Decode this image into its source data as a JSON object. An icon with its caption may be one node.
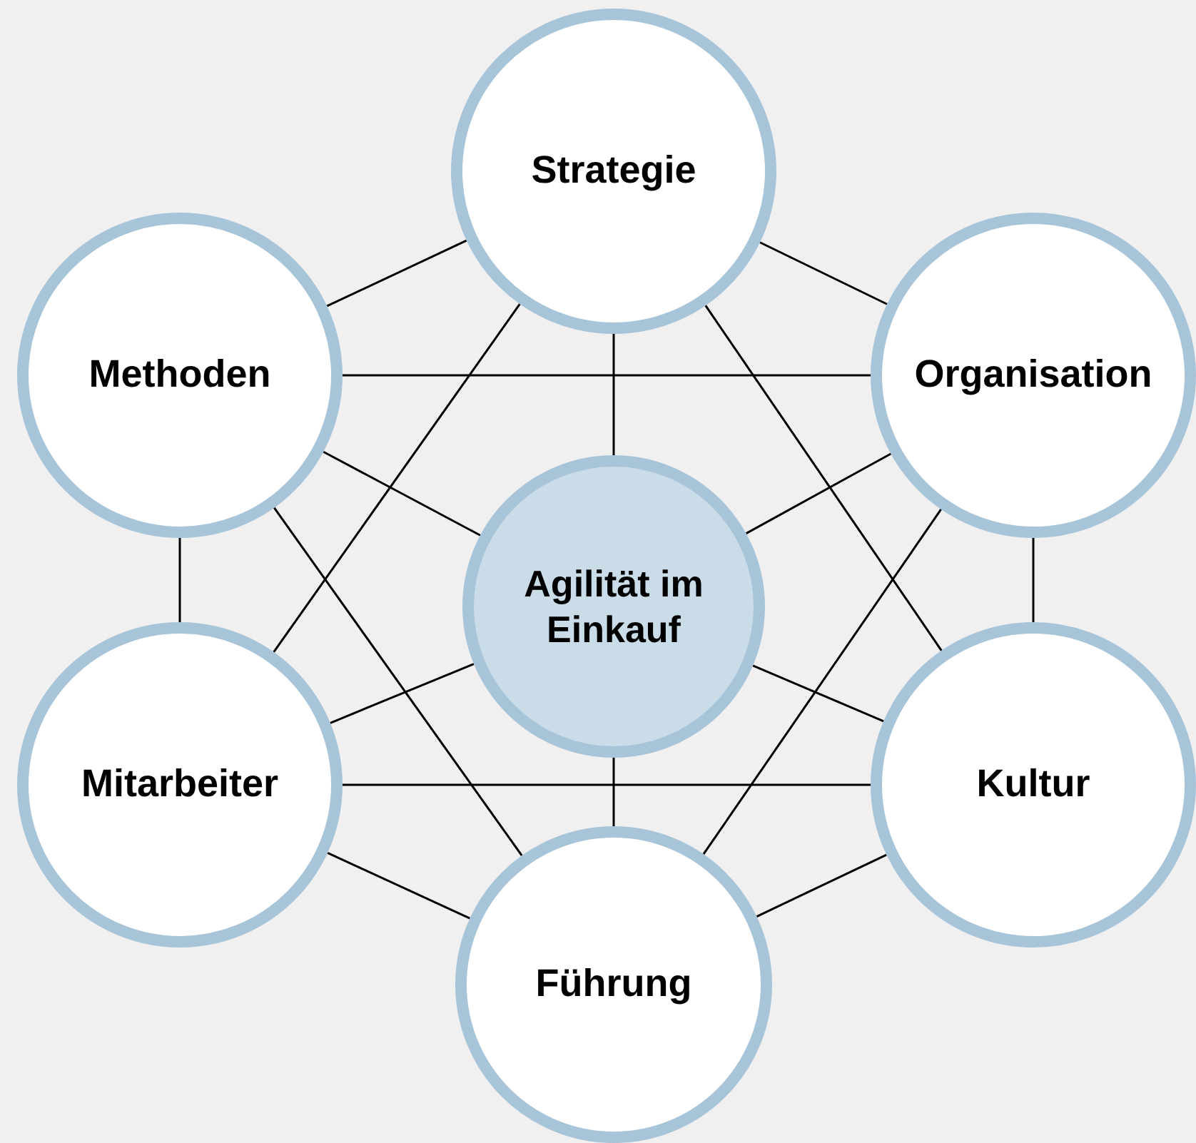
{
  "diagram": {
    "nodes": [
      {
        "text": [
          "Strategie"
        ]
      },
      {
        "text": [
          "Methoden"
        ]
      },
      {
        "text": [
          "Organisation"
        ]
      },
      {
        "text": [
          "Agilität im Einkauf"
        ]
      },
      {
        "text": [
          "Mitarbeiter"
        ]
      },
      {
        "text": [
          "Kultur"
        ]
      },
      {
        "text": [
          "Führung"
        ]
      }
    ],
    "edges": [
      {
        "from": 0,
        "to": 1,
        "arrow": "none"
      },
      {
        "from": 0,
        "to": 2,
        "arrow": "none"
      },
      {
        "from": 0,
        "to": 3,
        "arrow": "none"
      },
      {
        "from": 0,
        "to": 4,
        "arrow": "none"
      },
      {
        "from": 0,
        "to": 5,
        "arrow": "none"
      },
      {
        "from": 1,
        "to": 2,
        "arrow": "none"
      },
      {
        "from": 1,
        "to": 3,
        "arrow": "none"
      },
      {
        "from": 1,
        "to": 4,
        "arrow": "none"
      },
      {
        "from": 1,
        "to": 6,
        "arrow": "none"
      },
      {
        "from": 2,
        "to": 3,
        "arrow": "none"
      },
      {
        "from": 2,
        "to": 5,
        "arrow": "none"
      },
      {
        "from": 2,
        "to": 6,
        "arrow": "none"
      },
      {
        "from": 3,
        "to": 4,
        "arrow": "none"
      },
      {
        "from": 3,
        "to": 5,
        "arrow": "none"
      },
      {
        "from": 3,
        "to": 6,
        "arrow": "none"
      },
      {
        "from": 4,
        "to": 5,
        "arrow": "none"
      },
      {
        "from": 4,
        "to": 6,
        "arrow": "none"
      },
      {
        "from": 5,
        "to": 6,
        "arrow": "none"
      }
    ]
  }
}
